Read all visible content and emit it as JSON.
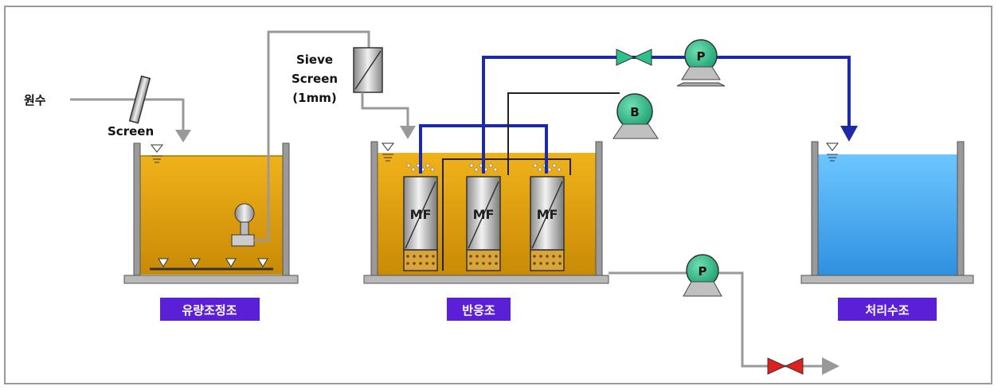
{
  "labels": {
    "raw_water": "원수",
    "screen": "Screen",
    "sieve_line1": "Sieve",
    "sieve_line2": "Screen",
    "sieve_line3": "(1mm)"
  },
  "tanks": {
    "equalization": "유량조정조",
    "reactor": "반응조",
    "treated": "처리수조"
  },
  "membranes": [
    "MF",
    "MF",
    "MF"
  ],
  "pumps": {
    "permeate": "P",
    "blower": "B",
    "sludge": "P"
  },
  "colors": {
    "sludge": "#e6a50a",
    "treated_water": "#4fb0f0",
    "permeate_line": "#1c2aa8",
    "pump": "#2cc08a",
    "label_bg": "#5a1fd6",
    "open_valve": "#2cc08a",
    "closed_valve": "#e0201c"
  }
}
